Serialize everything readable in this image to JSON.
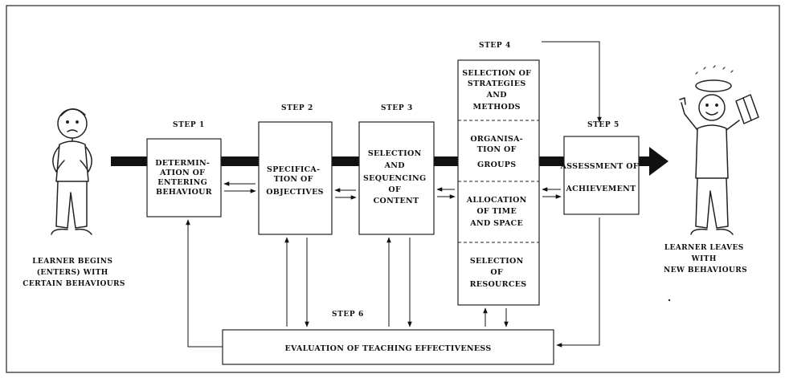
{
  "steps": {
    "s1": "STEP 1",
    "s2": "STEP 2",
    "s3": "STEP 3",
    "s4": "STEP 4",
    "s5": "STEP 5",
    "s6": "STEP 6"
  },
  "boxes": {
    "entering": [
      "DETERMIN-",
      "ATION OF",
      "ENTERING",
      "BEHAVIOUR"
    ],
    "objectives": [
      "SPECIFICA-",
      "TION OF",
      "OBJECTIVES"
    ],
    "content": [
      "SELECTION",
      "AND",
      "SEQUENCING",
      "OF",
      "CONTENT"
    ],
    "strategies": [
      "SELECTION OF",
      "STRATEGIES",
      "AND",
      "METHODS"
    ],
    "groups": [
      "ORGANISA-",
      "TION OF",
      "GROUPS"
    ],
    "time_space": [
      "ALLOCATION",
      "OF TIME",
      "AND SPACE"
    ],
    "resources": [
      "SELECTION",
      "OF",
      "RESOURCES"
    ],
    "assessment": [
      "ASSESSMENT OF",
      "ACHIEVEMENT"
    ],
    "evaluation": "EVALUATION OF TEACHING EFFECTIVENESS"
  },
  "captions": {
    "learner_begins": [
      "LEARNER BEGINS",
      "(ENTERS) WITH",
      "CERTAIN BEHAVIOURS"
    ],
    "learner_leaves": [
      "LEARNER LEAVES",
      "WITH",
      "NEW BEHAVIOURS"
    ]
  }
}
